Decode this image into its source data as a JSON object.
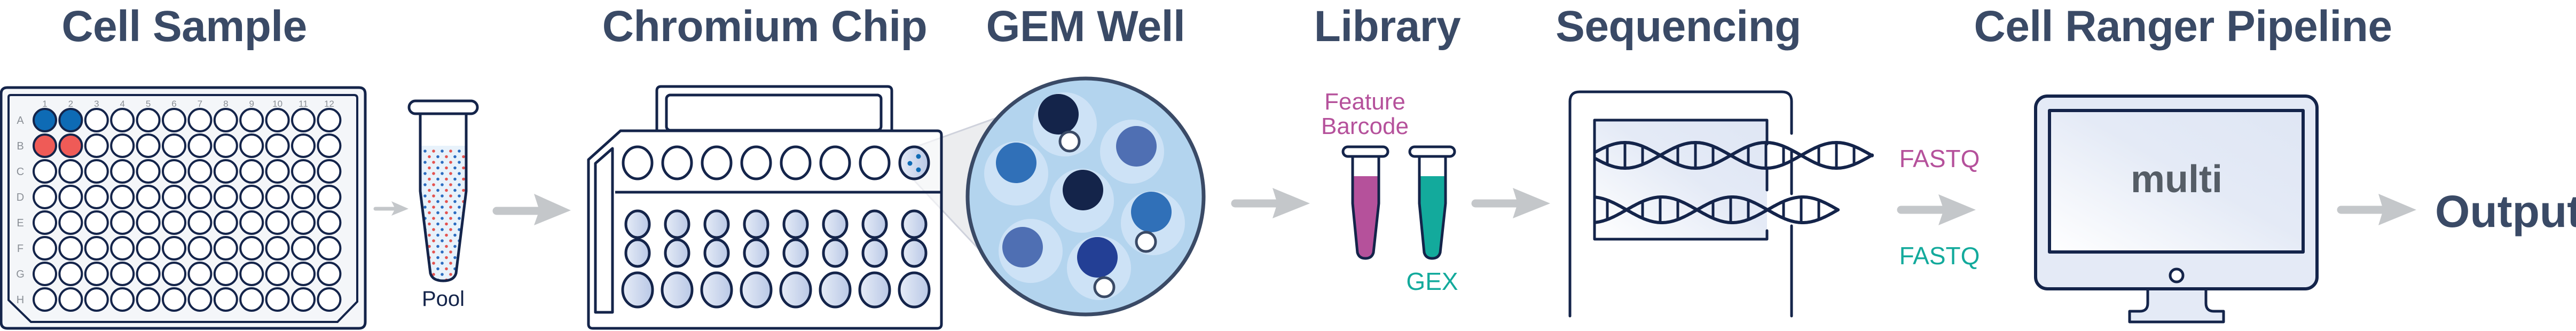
{
  "diagram": {
    "title": "10x Genomics Cell Ranger multi workflow",
    "steps": [
      {
        "id": "cell-sample",
        "title": "Cell Sample"
      },
      {
        "id": "chromium-chip",
        "title": "Chromium Chip"
      },
      {
        "id": "gem-well",
        "title": "GEM Well"
      },
      {
        "id": "library",
        "title": "Library"
      },
      {
        "id": "sequencing",
        "title": "Sequencing"
      },
      {
        "id": "cell-ranger",
        "title": "Cell Ranger Pipeline"
      }
    ],
    "plate": {
      "columns": [
        "1",
        "2",
        "3",
        "4",
        "5",
        "6",
        "7",
        "8",
        "9",
        "10",
        "11",
        "12"
      ],
      "rows": [
        "A",
        "B",
        "C",
        "D",
        "E",
        "F",
        "G",
        "H"
      ],
      "filled_wells": [
        {
          "well": "A1",
          "color": "#0e6bb5"
        },
        {
          "well": "A2",
          "color": "#0e6bb5"
        },
        {
          "well": "B1",
          "color": "#ef5b57"
        },
        {
          "well": "B2",
          "color": "#ef5b57"
        }
      ]
    },
    "pool": {
      "label": "Pool",
      "dot_colors": [
        "#2b6cc0",
        "#e5534f"
      ]
    },
    "chip": {
      "top_row_wells": 8,
      "lower_rows": 3,
      "wells_per_row": 8,
      "highlighted_well": 8
    },
    "gem_well": {
      "gems": [
        {
          "cell_color": "#14244a",
          "has_bead": true
        },
        {
          "cell_color": "#3070b8",
          "has_bead": false
        },
        {
          "cell_color": "#4f6fb3",
          "has_bead": false
        },
        {
          "cell_color": "#14244a",
          "has_bead": false
        },
        {
          "cell_color": "#3070b8",
          "has_bead": true
        },
        {
          "cell_color": "#4f6fb3",
          "has_bead": false
        },
        {
          "cell_color": "#233f95",
          "has_bead": true
        }
      ]
    },
    "library": {
      "feature_barcode_line1": "Feature",
      "feature_barcode_line2": "Barcode",
      "gex": "GEX",
      "feature_barcode_color": "#b5519b",
      "gex_color": "#13aa9c"
    },
    "sequencing": {
      "fastq_feature_barcode": "FASTQ",
      "fastq_gex": "FASTQ"
    },
    "pipeline": {
      "screen_text": "multi"
    },
    "output": {
      "label": "Output"
    },
    "colors": {
      "title": "#3a4a66",
      "outline": "#14244a",
      "arrow": "#c4c7ca",
      "accent_blue": "#0e6bb5",
      "accent_red": "#ef5b57"
    }
  }
}
